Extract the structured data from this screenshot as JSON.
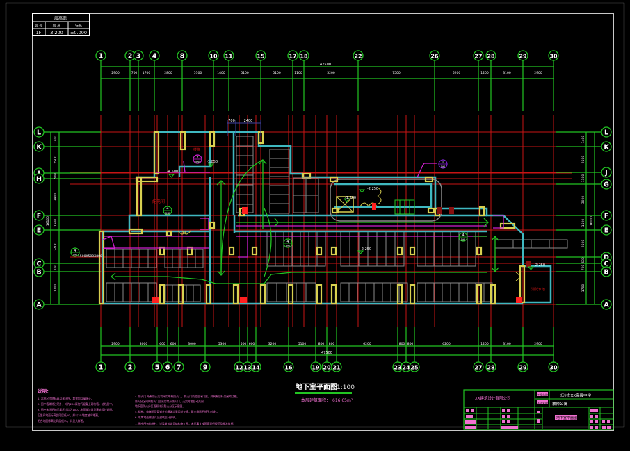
{
  "colors": {
    "background": "#000000",
    "frame": "#c8c8c8",
    "axis": "#22c422",
    "grid_red": "#c81414",
    "wall_cyan": "#3fb8c0",
    "column_yellow": "#d8d050",
    "parking_gray": "#8a8a8a",
    "magenta": "#d020d0",
    "note_pink": "#f070d0",
    "text_white": "#ffffff",
    "fire_red": "#ff2020"
  },
  "level_table": {
    "title": "层高表",
    "headers": [
      "层 号",
      "层 高",
      "标高"
    ],
    "row": [
      "1F",
      "3.200",
      "±0.000"
    ]
  },
  "top_axes": [
    "1",
    "2",
    "3",
    "4",
    "8",
    "10",
    "11",
    "15",
    "17",
    "18",
    "22",
    "26",
    "27",
    "28",
    "29",
    "30"
  ],
  "top_dims": [
    "2900",
    "700",
    "1700",
    "2800",
    "5100",
    "1400",
    "5100",
    "5100",
    "1100",
    "5200",
    "7500",
    "6200",
    "1200",
    "3100",
    "2900"
  ],
  "top_total": "47500",
  "bottom_axes": [
    "1",
    "2",
    "5",
    "6",
    "7",
    "9",
    "12",
    "13",
    "14",
    "16",
    "19",
    "20",
    "21",
    "23",
    "24",
    "25",
    "27",
    "28",
    "29",
    "30"
  ],
  "bottom_dims": [
    "2900",
    "3000",
    "600",
    "600",
    "3000",
    "5300",
    "500",
    "600",
    "3200",
    "5100",
    "800",
    "800",
    "6200",
    "800",
    "800",
    "6200",
    "1200",
    "3100",
    "2900"
  ],
  "bottom_total": "47500",
  "left_axes": [
    "L",
    "K",
    "J",
    "H",
    "F",
    "E",
    "C",
    "B",
    "A"
  ],
  "left_dims": [
    "1400",
    "2500",
    "500",
    "3900",
    "1500",
    "2400",
    "700",
    "1700"
  ],
  "left_total": "16100",
  "right_axes": [
    "L",
    "K",
    "J",
    "G",
    "F",
    "E",
    "D",
    "C",
    "B",
    "A"
  ],
  "right_dims": [
    "1400",
    "2500",
    "1100",
    "3000",
    "1500",
    "2500",
    "600",
    "700",
    "1700"
  ],
  "right_total": "16100",
  "top_small_dims": [
    "700",
    "2400"
  ],
  "annotations": {
    "elev_1": "-4.500",
    "elev_2": "-1.850",
    "elev_3": "-2.250",
    "elev_4": "-1.200",
    "elev_5": "-2.250",
    "elev_6": "-2.250",
    "room_tag": "楼梯",
    "room_equipment": "配电间",
    "room_small": "消防水池",
    "detail_ref_1": "4",
    "detail_ref_1b": "建施",
    "detail_ref_2": "2",
    "detail_ref_2b": "建施",
    "detail_ref_3": "4",
    "detail_ref_3b": "建施",
    "detail_ref_4": "4",
    "detail_ref_4b": "建施",
    "detail_ref_5": "4",
    "detail_ref_5b": "建施",
    "detail_ref_6": "1",
    "detail_ref_6b": "建施",
    "ref_note": "1500X500X800"
  },
  "drawing_title": {
    "name": "地下室平面图",
    "scale": "1:100",
    "area_label": "本层建筑面积：",
    "area_value": "616.65m²"
  },
  "notes": {
    "heading": "说明：",
    "lines": [
      "1. 本图尺寸除标高以米计外，其余均以毫米计。",
      "2. 图中墙体除注明外，均为200厚加气混凝土砌块墙，轴线居中。",
      "3. 图中未注明的门垛尺寸均为100，地面做法详见建筑设计说明。",
      "   卫生间地面标高比同层低20，并以1%坡度坡向地漏。",
      "   阳台地面标高比同层低50，详见大样图。"
    ]
  },
  "notes2": {
    "lines": [
      "4. 防火门 所有防火门均采用甲级防火门，防火门须加设闭门器，并具有自行关闭的功能。",
      "   防火分区间的防火门应采用常开防火门，火灾时能自动关闭。",
      "   地下室防火分区面积详见防火分区示意图。",
      "5. 楼梯、电梯间及管道井的墙体均采用防火墙，耐火极限不低于3小时。",
      "6. 车库地面做法详见建筑设计说明。",
      "7. 图中所有构造柱、过梁做法详见结构施工图，未尽事宜按国家现行规范及标准执行。"
    ]
  },
  "title_block": {
    "design_institute": "XX建筑设计有限公司",
    "project_label": "工程名称",
    "project_name": "长沙市XX高级中学",
    "sub_label": "子项名称",
    "sub_name": "教师公寓",
    "drawing_name": "地下室平面图"
  }
}
